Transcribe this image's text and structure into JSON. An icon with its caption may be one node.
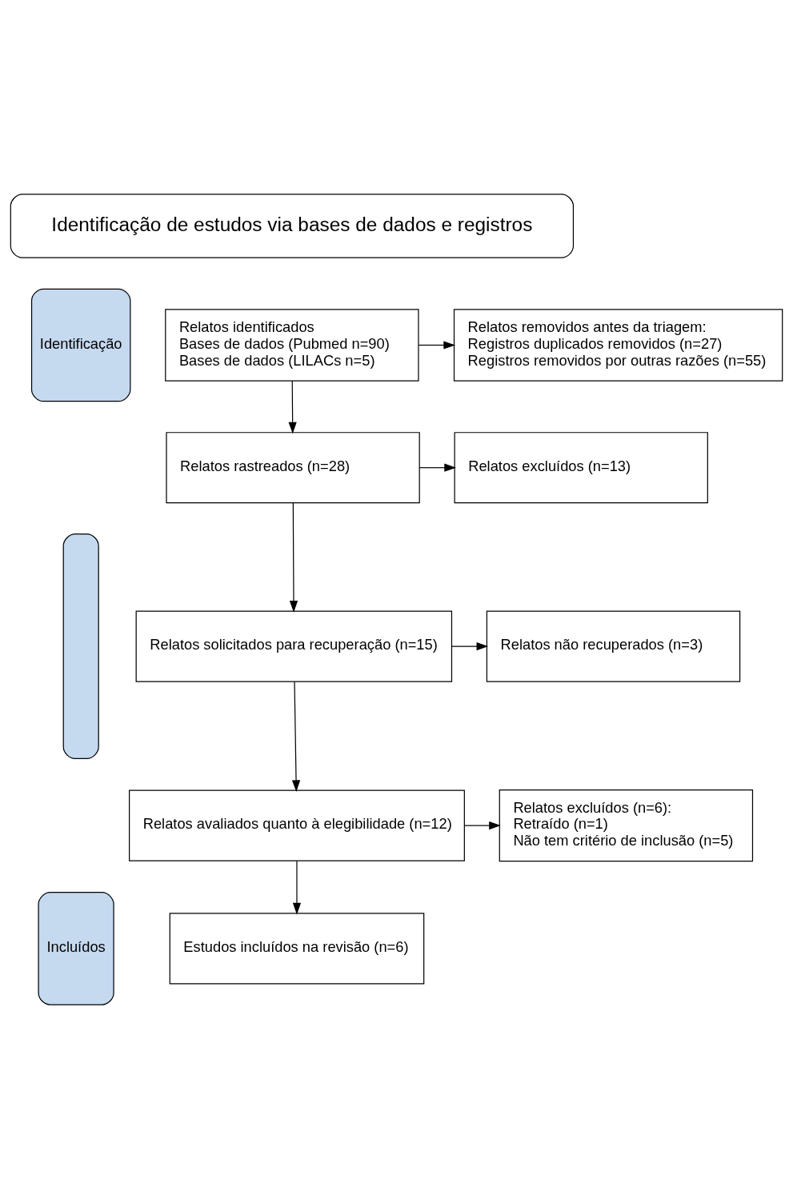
{
  "diagram": {
    "nodes": [
      {
        "text": [
          "Identificação de estudos via bases de dados e registros"
        ]
      },
      {
        "text": [
          "Identificação"
        ]
      },
      {
        "text": [
          "Relatos identificados",
          "Bases de dados (Pubmed n=90)",
          "Bases de dados (LILACs n=5)"
        ]
      },
      {
        "text": [
          "Relatos removidos antes da triagem:",
          "Registros duplicados removidos (n=27)",
          "Registros removidos por outras razões (n=55)"
        ]
      },
      {
        "text": [],
        "shape": "box"
      },
      {
        "text": [
          "Relatos rastreados (n=28)"
        ]
      },
      {
        "text": [
          "Relatos excluídos (n=13)"
        ]
      },
      {
        "text": [
          "Relatos solicitados para recuperação (n=15)"
        ]
      },
      {
        "text": [
          "Relatos não recuperados (n=3)"
        ]
      },
      {
        "text": [
          "Relatos avaliados quanto à elegibilidade (n=12)"
        ]
      },
      {
        "text": [
          "Relatos excluídos (n=6):",
          "Retraído (n=1)",
          "Não tem critério de inclusão (n=5)"
        ]
      },
      {
        "text": [
          "Incluídos"
        ]
      },
      {
        "text": [
          "Estudos incluídos na revisão (n=6)"
        ]
      }
    ],
    "edges": [
      {
        "from": 2,
        "to": 3,
        "arrow": "to"
      },
      {
        "from": 2,
        "to": 5,
        "arrow": "to"
      },
      {
        "from": 5,
        "to": 6,
        "arrow": "to"
      },
      {
        "from": 5,
        "to": 7,
        "arrow": "to"
      },
      {
        "from": 7,
        "to": 8,
        "arrow": "to"
      },
      {
        "from": 7,
        "to": 9,
        "arrow": "to"
      },
      {
        "from": 9,
        "to": 10,
        "arrow": "to"
      },
      {
        "from": 9,
        "to": 12,
        "arrow": "to"
      }
    ]
  }
}
